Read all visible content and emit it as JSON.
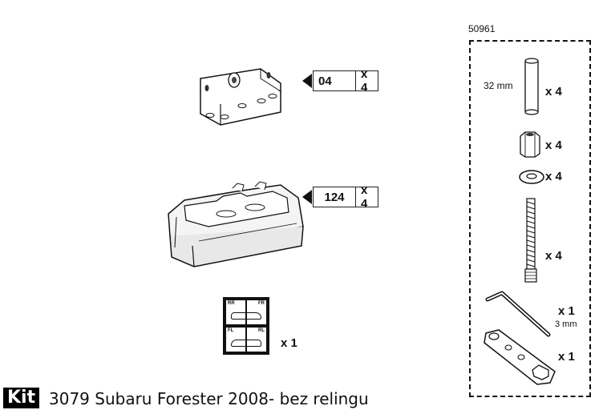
{
  "kit_number_label": "50961",
  "parts": {
    "bracket": {
      "code": "04",
      "qty": "x 4"
    },
    "foot": {
      "code": "124",
      "qty": "x 4"
    },
    "sticker": {
      "qty": "x 1",
      "labels": [
        "RR",
        "FR",
        "FL",
        "RL"
      ]
    }
  },
  "kit_contents": {
    "spacer": {
      "length": "32 mm",
      "qty": "x 4"
    },
    "nut": {
      "qty": "x 4"
    },
    "washer": {
      "qty": "x 4"
    },
    "bolt": {
      "qty": "x 4"
    },
    "hex_key": {
      "qty": "x 1",
      "size": "3 mm"
    },
    "wrench": {
      "qty": "x 1"
    }
  },
  "footer": {
    "badge": "Kit",
    "title": "3079 Subaru Forester 2008- bez relingu"
  }
}
